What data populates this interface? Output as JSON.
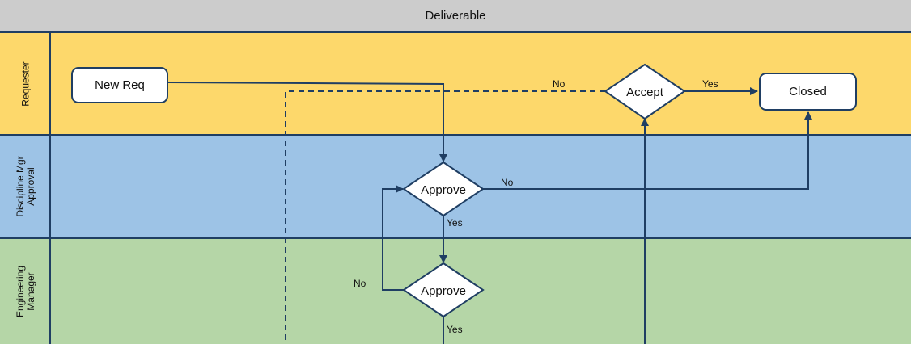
{
  "header": {
    "title": "Deliverable"
  },
  "lanes": [
    {
      "label": "Requester"
    },
    {
      "label": "Discipline Mgr\nApproval"
    },
    {
      "label": "Engineering\nManager"
    }
  ],
  "nodes": {
    "new_req": "New Req",
    "accept": "Accept",
    "closed": "Closed",
    "approve_discipline": "Approve",
    "approve_engineering": "Approve"
  },
  "edge_labels": {
    "accept_no": "No",
    "accept_yes": "Yes",
    "discipline_no": "No",
    "discipline_yes": "Yes",
    "engineering_no": "No",
    "engineering_yes": "Yes"
  },
  "colors": {
    "requester_lane": "#fdd86b",
    "discipline_lane": "#9dc3e6",
    "engineering_lane": "#b5d6a7",
    "header": "#cccccc",
    "lines": "#1f3e63"
  }
}
